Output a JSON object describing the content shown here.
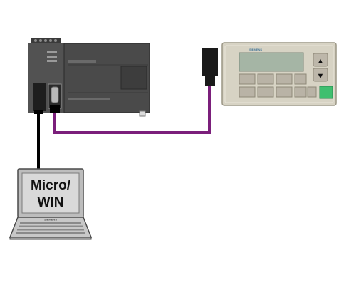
{
  "laptop": {
    "screen_line_1": "Micro/",
    "screen_line_2": "WIN",
    "brand": "SIEMENS"
  },
  "hmi_panel": {
    "brand": "SIEMENS",
    "up_key": "▲",
    "down_key": "▼"
  },
  "colors": {
    "plc_body": "#4a4a4a",
    "plc_dark": "#2f2f2f",
    "cable_ppi": "#7b1f7b",
    "cable_pc": "#000000",
    "hmi_body": "#d7d3c4",
    "hmi_display": "#a5b5a5",
    "hmi_key": "#b9b3a6",
    "hmi_green_key": "#3fbf6f",
    "laptop_body": "#c8c8c8",
    "laptop_screen": "#d9d9d9"
  },
  "icons": [
    "plc-cpu-icon",
    "hmi-text-display-icon",
    "laptop-icon",
    "cable-icon",
    "connector-icon"
  ]
}
